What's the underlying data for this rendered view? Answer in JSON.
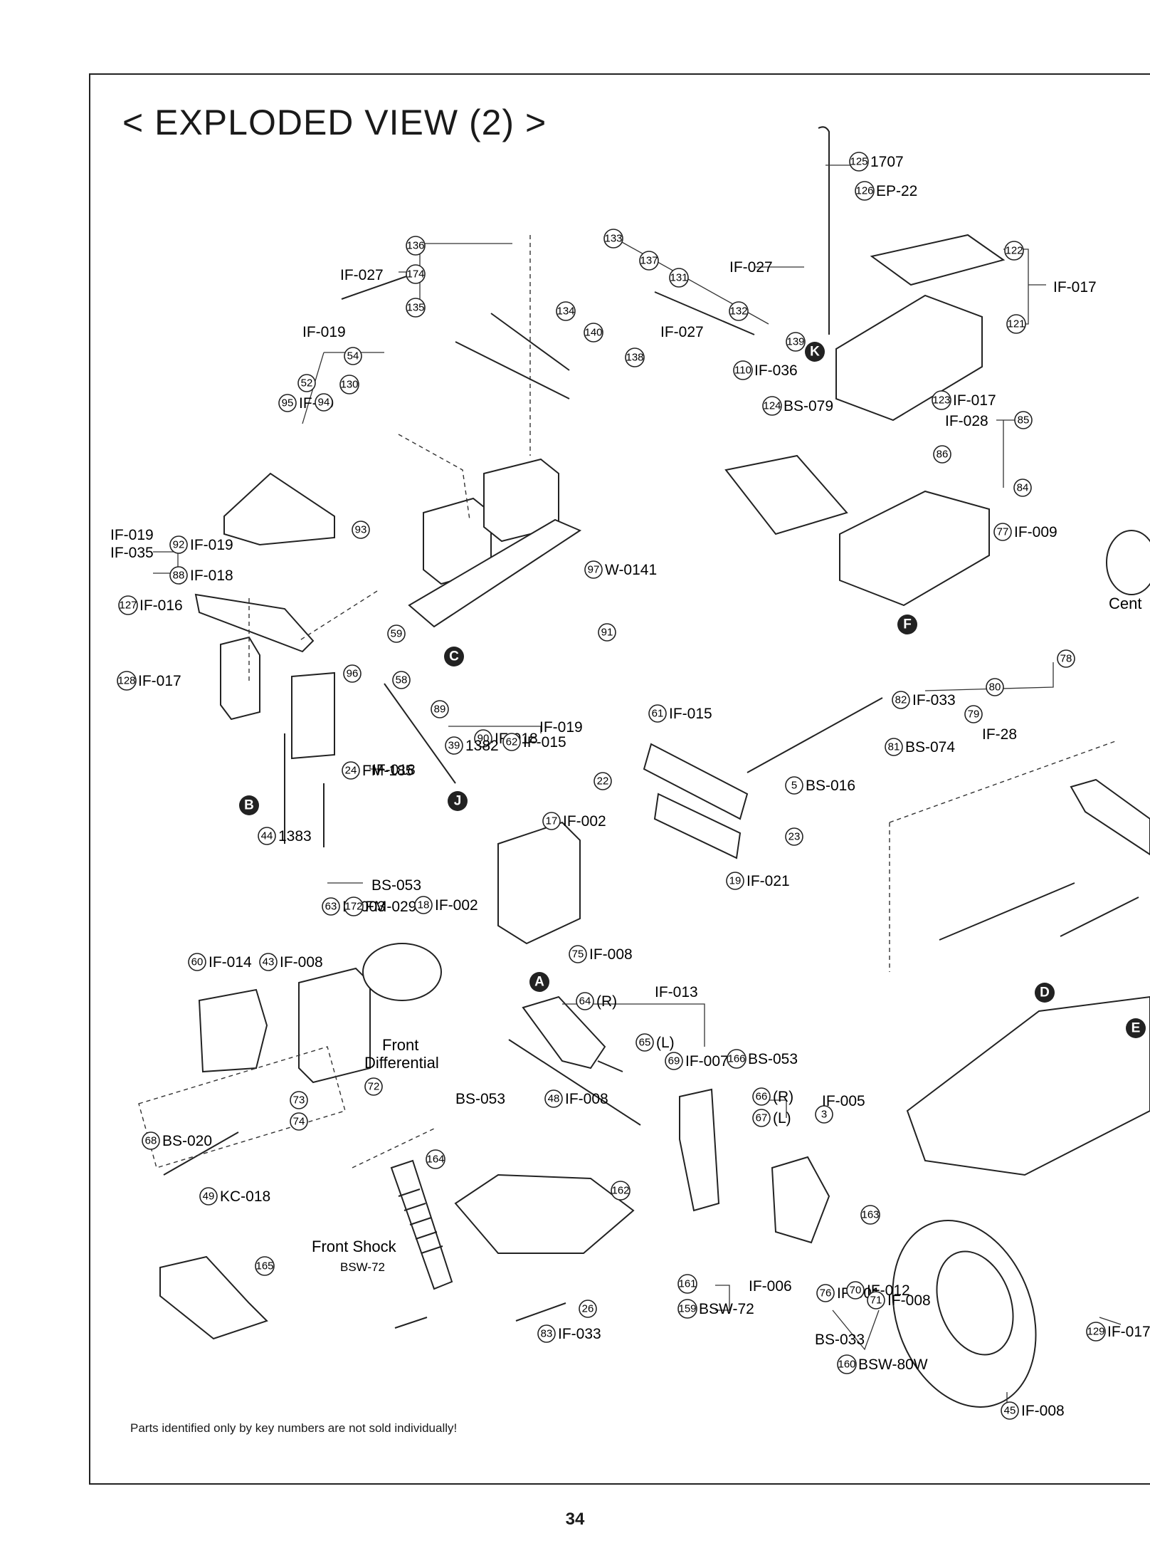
{
  "title": "< EXPLODED VIEW (2) >",
  "footnote": "Parts identified only by key numbers are not sold individually!",
  "page_number": "34",
  "captions": {
    "front_differential_1": "Front",
    "front_differential_2": "Differential",
    "front_shock": "Front Shock",
    "front_shock_code": "BSW-72",
    "center": "Cent"
  },
  "reference_markers": [
    "A",
    "B",
    "C",
    "D",
    "E",
    "F",
    "J",
    "K"
  ],
  "callouts": [
    {
      "key": "125",
      "code": "1707"
    },
    {
      "key": "126",
      "code": "EP-22"
    },
    {
      "key": "122",
      "code": ""
    },
    {
      "key": "121",
      "code": ""
    },
    {
      "key": "136",
      "code": ""
    },
    {
      "key": "174",
      "code": ""
    },
    {
      "key": "135",
      "code": ""
    },
    {
      "key": "133",
      "code": ""
    },
    {
      "key": "137",
      "code": ""
    },
    {
      "key": "131",
      "code": ""
    },
    {
      "key": "132",
      "code": ""
    },
    {
      "key": "134",
      "code": ""
    },
    {
      "key": "140",
      "code": ""
    },
    {
      "key": "138",
      "code": ""
    },
    {
      "key": "139",
      "code": ""
    },
    {
      "key": "110",
      "code": "IF-036"
    },
    {
      "key": "124",
      "code": "BS-079"
    },
    {
      "key": "123",
      "code": "IF-017"
    },
    {
      "key": "86",
      "code": ""
    },
    {
      "key": "85",
      "code": ""
    },
    {
      "key": "84",
      "code": ""
    },
    {
      "key": "77",
      "code": "IF-009"
    },
    {
      "key": "78",
      "code": ""
    },
    {
      "key": "79",
      "code": ""
    },
    {
      "key": "80",
      "code": ""
    },
    {
      "key": "81",
      "code": "BS-074"
    },
    {
      "key": "82",
      "code": "IF-033"
    },
    {
      "key": "54",
      "code": ""
    },
    {
      "key": "52",
      "code": ""
    },
    {
      "key": "130",
      "code": ""
    },
    {
      "key": "95",
      "code": "IF-10"
    },
    {
      "key": "94",
      "code": ""
    },
    {
      "key": "93",
      "code": ""
    },
    {
      "key": "92",
      "code": "IF-019"
    },
    {
      "key": "88",
      "code": "IF-018"
    },
    {
      "key": "127",
      "code": "IF-016"
    },
    {
      "key": "128",
      "code": "IF-017"
    },
    {
      "key": "97",
      "code": "W-0141"
    },
    {
      "key": "91",
      "code": ""
    },
    {
      "key": "59",
      "code": ""
    },
    {
      "key": "96",
      "code": ""
    },
    {
      "key": "58",
      "code": ""
    },
    {
      "key": "89",
      "code": ""
    },
    {
      "key": "90",
      "code": "IF-018"
    },
    {
      "key": "62",
      "code": "IF-015"
    },
    {
      "key": "39",
      "code": "1382"
    },
    {
      "key": "24",
      "code": "FM-185"
    },
    {
      "key": "44",
      "code": "1383"
    },
    {
      "key": "61",
      "code": "IF-015"
    },
    {
      "key": "5",
      "code": "BS-016"
    },
    {
      "key": "22",
      "code": ""
    },
    {
      "key": "23",
      "code": ""
    },
    {
      "key": "19",
      "code": "IF-021"
    },
    {
      "key": "17",
      "code": "IF-002"
    },
    {
      "key": "63",
      "code": "IF-003"
    },
    {
      "key": "172",
      "code": "FM-029"
    },
    {
      "key": "18",
      "code": "IF-002"
    },
    {
      "key": "75",
      "code": "IF-008"
    },
    {
      "key": "60",
      "code": "IF-014"
    },
    {
      "key": "43",
      "code": "IF-008"
    },
    {
      "key": "72",
      "code": ""
    },
    {
      "key": "73",
      "code": ""
    },
    {
      "key": "74",
      "code": ""
    },
    {
      "key": "68",
      "code": "BS-020"
    },
    {
      "key": "49",
      "code": "KC-018"
    },
    {
      "key": "64",
      "code": "(R)"
    },
    {
      "key": "65",
      "code": "(L)"
    },
    {
      "key": "69",
      "code": "IF-007"
    },
    {
      "key": "48",
      "code": "IF-008"
    },
    {
      "key": "166",
      "code": "BS-053"
    },
    {
      "key": "66",
      "code": "(R)"
    },
    {
      "key": "67",
      "code": "(L)"
    },
    {
      "key": "3",
      "code": ""
    },
    {
      "key": "162",
      "code": ""
    },
    {
      "key": "163",
      "code": ""
    },
    {
      "key": "161",
      "code": ""
    },
    {
      "key": "159",
      "code": "BSW-72"
    },
    {
      "key": "76",
      "code": "IF-001"
    },
    {
      "key": "70",
      "code": "IF-012"
    },
    {
      "key": "71",
      "code": "IF-008"
    },
    {
      "key": "160",
      "code": "BSW-80W"
    },
    {
      "key": "164",
      "code": ""
    },
    {
      "key": "165",
      "code": ""
    },
    {
      "key": "26",
      "code": ""
    },
    {
      "key": "83",
      "code": "IF-033"
    },
    {
      "key": "45",
      "code": "IF-008"
    },
    {
      "key": "129",
      "code": "IF-017"
    }
  ],
  "group_labels": {
    "if017_top": "IF-017",
    "if027_a": "IF-027",
    "if027_b": "IF-027",
    "if027_c": "IF-027",
    "if019_a": "IF-019",
    "if019_b": "IF-019",
    "if035": "IF-035",
    "if019_c": "IF-019",
    "if018": "IF-018",
    "if028_a": "IF-028",
    "if028_b": "IF-28",
    "bs053_a": "BS-053",
    "bs053_b": "BS-053",
    "if013": "IF-013",
    "if005": "IF-005",
    "if006": "IF-006",
    "bs033": "BS-033"
  }
}
